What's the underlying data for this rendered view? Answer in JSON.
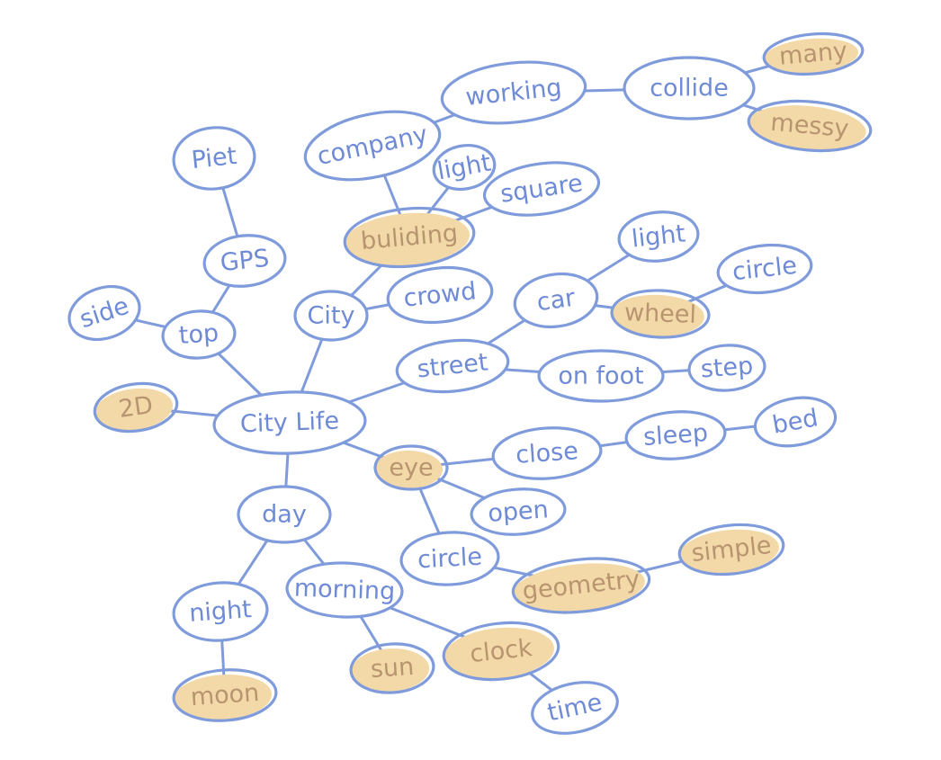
{
  "diagram": {
    "type": "mind-map",
    "colors": {
      "stroke": "#7f9bdb",
      "text": "#6f8bd6",
      "highlight": "#f3d9a8",
      "highlight_text": "#b89570"
    },
    "nodes": [
      {
        "id": "city-life",
        "label": "City Life",
        "highlight": false
      },
      {
        "id": "2d",
        "label": "2D",
        "highlight": true
      },
      {
        "id": "top",
        "label": "top",
        "highlight": false
      },
      {
        "id": "side",
        "label": "side",
        "highlight": false
      },
      {
        "id": "gps",
        "label": "GPS",
        "highlight": false
      },
      {
        "id": "piet",
        "label": "Piet",
        "highlight": false
      },
      {
        "id": "city",
        "label": "City",
        "highlight": false
      },
      {
        "id": "crowd",
        "label": "crowd",
        "highlight": false
      },
      {
        "id": "building",
        "label": "buliding",
        "highlight": true
      },
      {
        "id": "company",
        "label": "company",
        "highlight": false
      },
      {
        "id": "light-1",
        "label": "light",
        "highlight": false
      },
      {
        "id": "square",
        "label": "square",
        "highlight": false
      },
      {
        "id": "working",
        "label": "working",
        "highlight": false
      },
      {
        "id": "collide",
        "label": "collide",
        "highlight": false
      },
      {
        "id": "many",
        "label": "many",
        "highlight": true
      },
      {
        "id": "messy",
        "label": "messy",
        "highlight": true
      },
      {
        "id": "street",
        "label": "street",
        "highlight": false
      },
      {
        "id": "car",
        "label": "car",
        "highlight": false
      },
      {
        "id": "light-2",
        "label": "light",
        "highlight": false
      },
      {
        "id": "wheel",
        "label": "wheel",
        "highlight": true
      },
      {
        "id": "circle-1",
        "label": "circle",
        "highlight": false
      },
      {
        "id": "on-foot",
        "label": "on foot",
        "highlight": false
      },
      {
        "id": "step",
        "label": "step",
        "highlight": false
      },
      {
        "id": "eye",
        "label": "eye",
        "highlight": true
      },
      {
        "id": "close",
        "label": "close",
        "highlight": false
      },
      {
        "id": "sleep",
        "label": "sleep",
        "highlight": false
      },
      {
        "id": "bed",
        "label": "bed",
        "highlight": false
      },
      {
        "id": "open",
        "label": "open",
        "highlight": false
      },
      {
        "id": "circle-2",
        "label": "circle",
        "highlight": false
      },
      {
        "id": "geometry",
        "label": "geometry",
        "highlight": true
      },
      {
        "id": "simple",
        "label": "simple",
        "highlight": true
      },
      {
        "id": "day",
        "label": "day",
        "highlight": false
      },
      {
        "id": "night",
        "label": "night",
        "highlight": false
      },
      {
        "id": "moon",
        "label": "moon",
        "highlight": true
      },
      {
        "id": "morning",
        "label": "morning",
        "highlight": false
      },
      {
        "id": "sun",
        "label": "sun",
        "highlight": true
      },
      {
        "id": "clock",
        "label": "clock",
        "highlight": true
      },
      {
        "id": "time",
        "label": "time",
        "highlight": false
      }
    ],
    "edges": [
      [
        "city-life",
        "2d"
      ],
      [
        "city-life",
        "top"
      ],
      [
        "top",
        "side"
      ],
      [
        "top",
        "gps"
      ],
      [
        "gps",
        "piet"
      ],
      [
        "city-life",
        "city"
      ],
      [
        "city",
        "crowd"
      ],
      [
        "city",
        "building"
      ],
      [
        "building",
        "company"
      ],
      [
        "building",
        "light-1"
      ],
      [
        "building",
        "square"
      ],
      [
        "company",
        "working"
      ],
      [
        "working",
        "collide"
      ],
      [
        "collide",
        "many"
      ],
      [
        "collide",
        "messy"
      ],
      [
        "city-life",
        "street"
      ],
      [
        "street",
        "car"
      ],
      [
        "car",
        "light-2"
      ],
      [
        "car",
        "wheel"
      ],
      [
        "wheel",
        "circle-1"
      ],
      [
        "street",
        "on-foot"
      ],
      [
        "on-foot",
        "step"
      ],
      [
        "city-life",
        "eye"
      ],
      [
        "eye",
        "close"
      ],
      [
        "close",
        "sleep"
      ],
      [
        "sleep",
        "bed"
      ],
      [
        "eye",
        "open"
      ],
      [
        "eye",
        "circle-2"
      ],
      [
        "circle-2",
        "geometry"
      ],
      [
        "geometry",
        "simple"
      ],
      [
        "city-life",
        "day"
      ],
      [
        "day",
        "night"
      ],
      [
        "night",
        "moon"
      ],
      [
        "day",
        "morning"
      ],
      [
        "morning",
        "sun"
      ],
      [
        "morning",
        "clock"
      ],
      [
        "clock",
        "time"
      ]
    ]
  }
}
